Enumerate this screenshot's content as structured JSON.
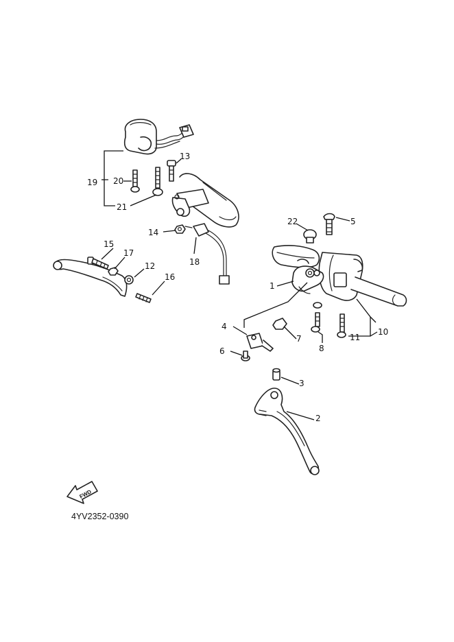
{
  "diagram": {
    "drawing_code": "4YV2352-0390",
    "fwd_label": "FWD",
    "callouts": {
      "c1": "1",
      "c2": "2",
      "c3": "3",
      "c4": "4",
      "c5": "5",
      "c6": "6",
      "c7": "7",
      "c8": "8",
      "c10": "10",
      "c11": "11",
      "c12": "12",
      "c13": "13",
      "c14": "14",
      "c15": "15",
      "c16": "16",
      "c17": "17",
      "c18": "18",
      "c19": "19",
      "c20": "20",
      "c21": "21",
      "c22": "22"
    }
  }
}
